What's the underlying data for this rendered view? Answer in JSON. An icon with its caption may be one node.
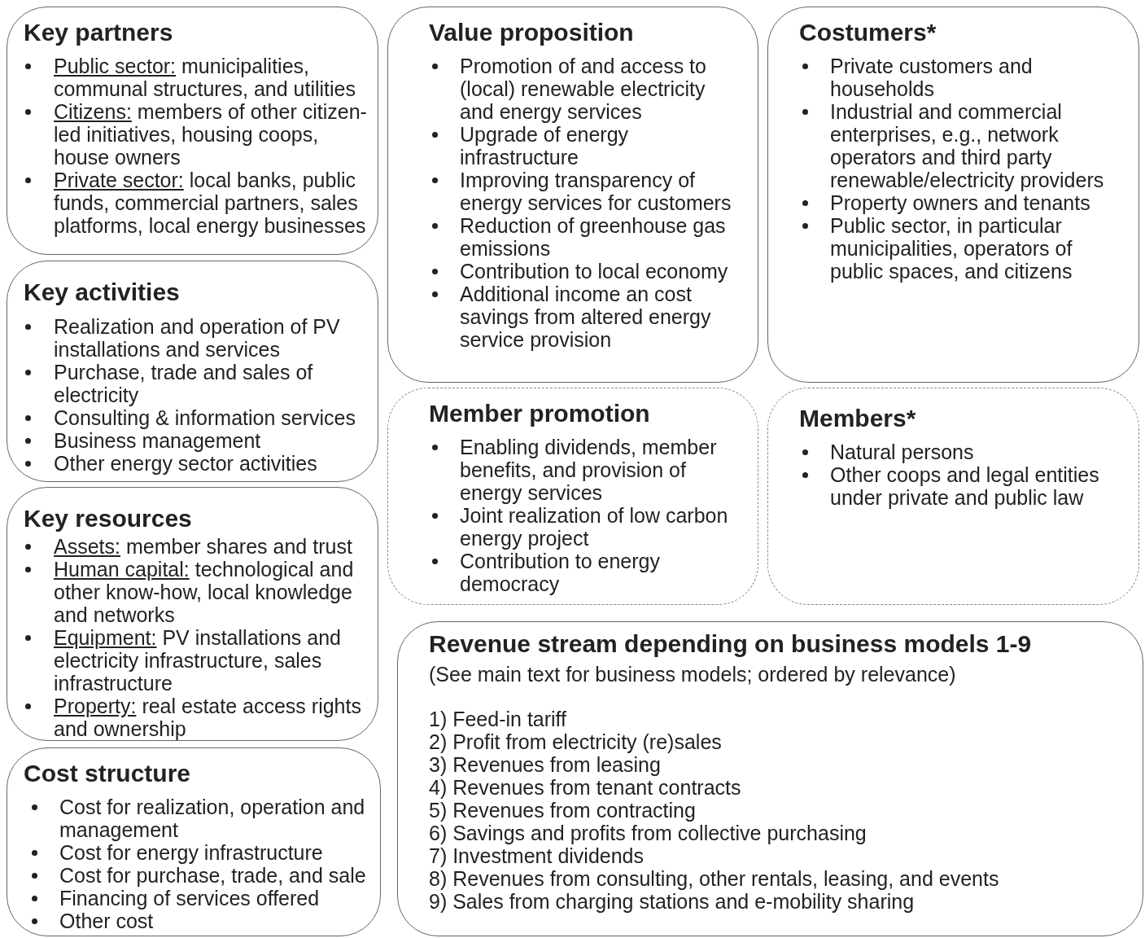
{
  "diagram": {
    "nodes": [
      {
        "text": [
          "Key partners",
          "Public sector: municipalities, communal structures, and utilities",
          "Citizens: members of other citizen-led initiatives, housing coops, house owners",
          "Private sector: local banks, public funds, commercial partners, sales platforms, local energy businesses"
        ]
      },
      {
        "text": [
          "Key activities",
          "Realization and operation of PV installations and services",
          "Purchase, trade and sales of electricity",
          "Consulting & information services",
          "Business management",
          "Other energy sector activities"
        ]
      },
      {
        "text": [
          "Key resources",
          "Assets: member shares and trust",
          "Human capital: technological and other know-how, local knowledge and networks",
          "Equipment: PV installations and electricity infrastructure, sales infrastructure",
          "Property: real estate access rights and ownership"
        ]
      },
      {
        "text": [
          "Cost structure",
          "Cost for realization, operation and management",
          "Cost for energy infrastructure",
          "Cost for purchase, trade, and sale",
          "Financing of services offered",
          "Other cost"
        ]
      },
      {
        "text": [
          "Value proposition",
          "Promotion of and access to (local) renewable electricity and energy services",
          "Upgrade of energy infrastructure",
          "Improving transparency of energy services for customers",
          "Reduction of greenhouse gas emissions",
          "Contribution to local economy",
          "Additional income an cost savings from altered energy service provision"
        ]
      },
      {
        "text": [
          "Costumers*",
          "Private customers and households",
          "Industrial and commercial enterprises, e.g., network operators and third party renewable/electricity providers",
          "Property owners and tenants",
          "Public sector, in particular municipalities, operators of public spaces, and citizens"
        ]
      },
      {
        "text": [
          "Member promotion",
          "Enabling dividends, member benefits, and provision of energy services",
          "Joint realization of low carbon energy project",
          "Contribution to energy democracy"
        ]
      },
      {
        "text": [
          "Members*",
          "Natural persons",
          "Other coops and legal entities under private and public law"
        ]
      },
      {
        "text": [
          "Revenue stream depending on business models 1-9",
          "(See main text for business models; ordered by relevance)",
          "1) Feed-in tariff",
          "2) Profit from electricity (re)sales",
          "3) Revenues from leasing",
          "4) Revenues from tenant contracts",
          "5) Revenues from contracting",
          "6) Savings and profits from collective purchasing",
          "7) Investment dividends",
          "8) Revenues from consulting, other rentals, leasing, and events",
          "9) Sales from charging stations and e-mobility sharing"
        ]
      }
    ]
  }
}
